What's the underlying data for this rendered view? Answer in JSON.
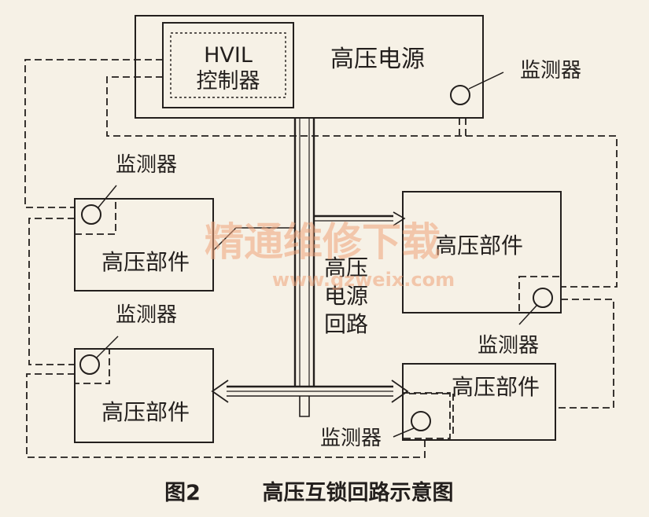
{
  "colors": {
    "ink": "#231f1d",
    "paper": "#f6f1e6",
    "watermark": "#f0a37a"
  },
  "nodes": {
    "power_supply": "高压电源",
    "hvil_controller_line1": "HVIL",
    "hvil_controller_line2": "控制器",
    "circuit_label_lines": [
      "高压",
      "电源",
      "回路"
    ],
    "components": [
      "高压部件",
      "高压部件",
      "高压部件",
      "高压部件"
    ],
    "monitors": [
      "监测器",
      "监测器",
      "监测器",
      "监测器",
      "监测器"
    ]
  },
  "watermark": {
    "line1": "精通维修下载",
    "line2": "www.gzweix.com"
  },
  "caption": {
    "figure_no": "图2",
    "title": "高压互锁回路示意图"
  }
}
